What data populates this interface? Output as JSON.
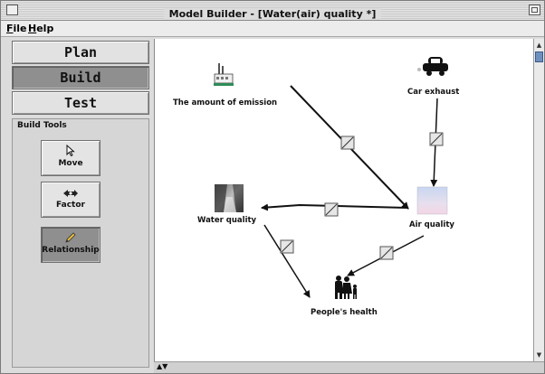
{
  "window": {
    "title": "Model Builder - [Water(air) quality *]"
  },
  "menu": {
    "items": [
      {
        "label": "File"
      },
      {
        "label": "Help"
      }
    ]
  },
  "modes": [
    {
      "label": "Plan",
      "active": false
    },
    {
      "label": "Build",
      "active": true
    },
    {
      "label": "Test",
      "active": false
    }
  ],
  "build_tools": {
    "heading": "Build Tools",
    "tools": [
      {
        "label": "Move",
        "icon": "cursor-arrow-icon",
        "selected": false
      },
      {
        "label": "Factor",
        "icon": "factor-icon",
        "selected": false
      },
      {
        "label": "Relationship",
        "icon": "pencil-icon",
        "selected": true
      }
    ]
  },
  "model": {
    "factors": [
      {
        "id": "emission",
        "label": "The amount of emission",
        "icon": "factory-icon"
      },
      {
        "id": "car",
        "label": "Car exhaust",
        "icon": "car-icon"
      },
      {
        "id": "air",
        "label": "Air quality",
        "icon": "sky-photo-icon"
      },
      {
        "id": "water",
        "label": "Water quality",
        "icon": "river-photo-icon"
      },
      {
        "id": "health",
        "label": "People's health",
        "icon": "people-icon"
      }
    ],
    "relationships": [
      {
        "from": "emission",
        "to": "air"
      },
      {
        "from": "car",
        "to": "air"
      },
      {
        "from": "air",
        "to": "water"
      },
      {
        "from": "air",
        "to": "health"
      },
      {
        "from": "water",
        "to": "health"
      }
    ]
  },
  "colors": {
    "active_button": "#8f8f8f",
    "canvas": "#ffffff",
    "scroll_thumb": "#6f8fbf"
  }
}
